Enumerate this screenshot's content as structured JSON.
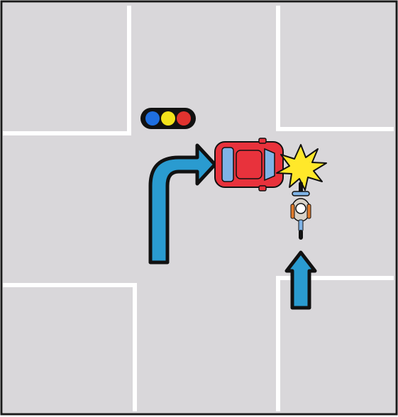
{
  "diagram": {
    "kind": "traffic-accident-illustration",
    "colors": {
      "background": "#ffffff",
      "frame": "#1a1a1a",
      "block": "#d9d7da",
      "road": "#d9d7da",
      "arrow_fill": "#2a9bd0",
      "arrow_outline": "#111111",
      "car_body": "#e8323c",
      "car_glass": "#7fb3e6",
      "collision_fill": "#ffe82a",
      "light_housing": "#111111",
      "light_blue": "#1f6fe0",
      "light_yellow": "#f3e21a",
      "light_red": "#e0332f"
    },
    "traffic_light": {
      "lamps": [
        "blue",
        "yellow",
        "red"
      ]
    },
    "vehicles": [
      {
        "type": "car",
        "direction": "turning-right"
      },
      {
        "type": "bicycle",
        "direction": "straight-north"
      }
    ],
    "arrows": [
      {
        "meaning": "car-right-turn"
      },
      {
        "meaning": "bicycle-straight"
      }
    ],
    "event": "collision"
  }
}
